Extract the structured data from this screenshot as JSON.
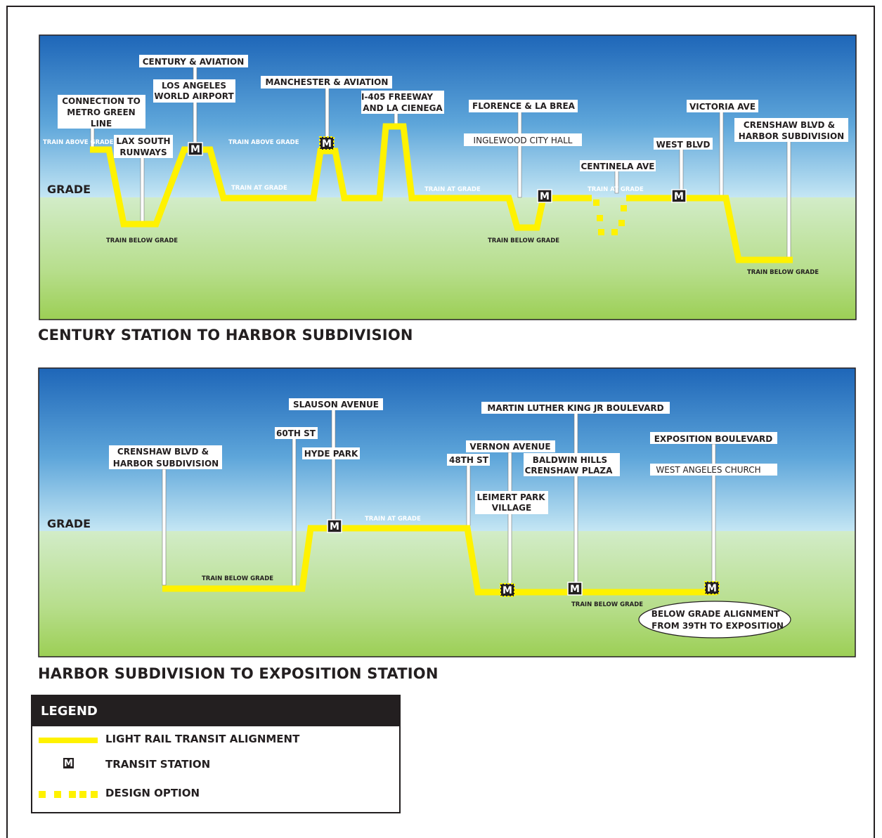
{
  "panels": [
    {
      "title": "CENTURY STATION TO HARBOR SUBDIVISION",
      "grade_label": "GRADE",
      "callouts": {
        "century_aviation": "CENTURY & AVIATION",
        "lax_world_airport": "LOS ANGELES WORLD AIRPORT",
        "connection_green_line": "CONNECTION TO METRO GREEN LINE",
        "lax_south_runways": "LAX SOUTH RUNWAYS",
        "manchester_aviation": "MANCHESTER & AVIATION",
        "i405_la_cienega": "I-405 FREEWAY AND LA CIENEGA",
        "florence_la_brea": "FLORENCE & LA BREA",
        "inglewood_city_hall": "INGLEWOOD CITY HALL",
        "centinela_ave": "CENTINELA AVE",
        "west_blvd": "WEST BLVD",
        "victoria_ave": "VICTORIA AVE",
        "crenshaw_harbor": "CRENSHAW BLVD & HARBOR SUBDIVISION"
      },
      "notes": {
        "above_grade_1": "TRAIN ABOVE GRADE",
        "above_grade_2": "TRAIN ABOVE GRADE",
        "at_grade_1": "TRAIN AT GRADE",
        "at_grade_2": "TRAIN AT GRADE",
        "at_grade_3": "TRAIN AT GRADE",
        "below_grade_1": "TRAIN BELOW GRADE",
        "below_grade_2": "TRAIN BELOW GRADE",
        "below_grade_3": "TRAIN BELOW GRADE"
      }
    },
    {
      "title": "HARBOR SUBDIVISION TO EXPOSITION STATION",
      "grade_label": "GRADE",
      "callouts": {
        "crenshaw_harbor": "CRENSHAW BLVD & HARBOR SUBDIVISION",
        "sixtieth_st": "60TH ST",
        "slauson_ave": "SLAUSON AVENUE",
        "hyde_park": "HYDE PARK",
        "forty_eighth_st": "48TH ST",
        "vernon_ave": "VERNON AVENUE",
        "leimert_park": "LEIMERT PARK VILLAGE",
        "mlk_blvd": "MARTIN LUTHER KING JR BOULEVARD",
        "baldwin_hills": "BALDWIN HILLS CRENSHAW PLAZA",
        "exposition_blvd": "EXPOSITION BOULEVARD",
        "west_angeles_church": "WEST ANGELES CHURCH",
        "below_grade_alignment": "BELOW GRADE ALIGNMENT FROM 39TH TO EXPOSITION"
      },
      "notes": {
        "below_grade_1": "TRAIN BELOW GRADE",
        "at_grade_1": "TRAIN AT GRADE",
        "below_grade_2": "TRAIN BELOW GRADE"
      }
    }
  ],
  "station_marker": "M",
  "legend": {
    "title": "LEGEND",
    "items": [
      {
        "label": "LIGHT RAIL TRANSIT ALIGNMENT",
        "icon": "yellow-line"
      },
      {
        "label": "TRANSIT STATION",
        "icon": "m-marker"
      },
      {
        "label": "DESIGN OPTION",
        "icon": "yellow-dots"
      }
    ]
  },
  "colors": {
    "alignment": "#fff200",
    "sky_top": "#1f6fc0",
    "sky_bottom": "#bfe4f4",
    "ground_top": "#cce9c4",
    "ground_bottom": "#9ed05a",
    "ink": "#231f20"
  }
}
